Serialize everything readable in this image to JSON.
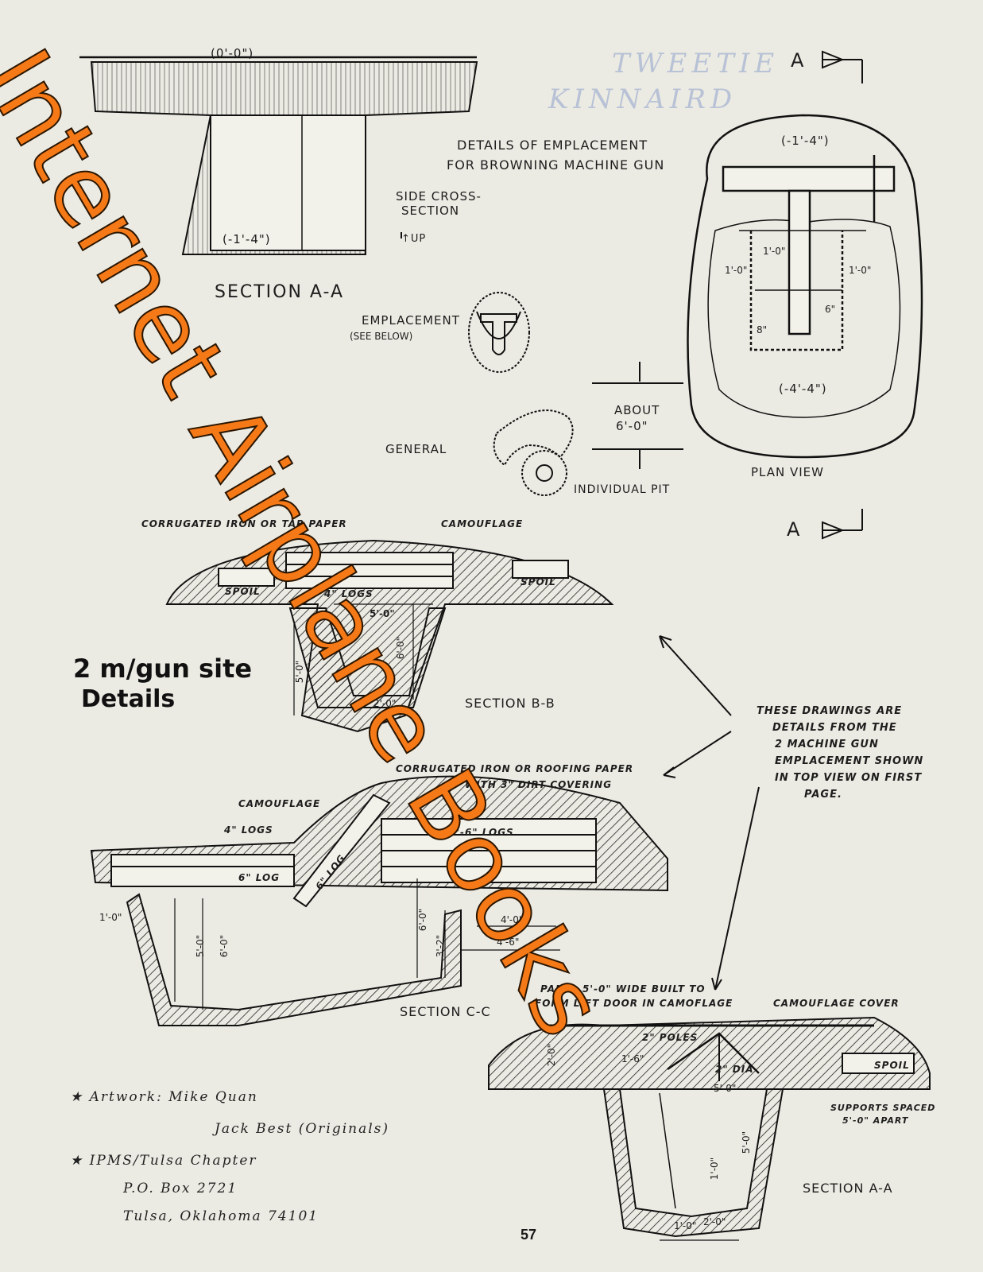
{
  "top_section": {
    "elev_top": "(0'-0\")",
    "elev_mid": "(-1'-4\")",
    "section_label": "SECTION A-A",
    "title_line1": "DETAILS OF EMPLACEMENT",
    "title_line2": "FOR BROWNING MACHINE GUN",
    "side_cross_line1": "SIDE CROSS-",
    "side_cross_line2": "SECTION",
    "up_label": "UP",
    "emplacement_line1": "EMPLACEMENT",
    "emplacement_line2": "(SEE BELOW)",
    "general_label": "GENERAL",
    "about_line1": "ABOUT",
    "about_line2": "6'-0\"",
    "individual_pit": "INDIVIDUAL PIT",
    "plan_view": "PLAN VIEW",
    "plan_top_elev": "(-1'-4\")",
    "plan_bottom_elev": "(-4'-4\")",
    "plan_dims": [
      "1'-0\"",
      "1'-0\"",
      "1'-0\"",
      "6\"",
      "8\""
    ],
    "arrow_a": "A"
  },
  "section_b": {
    "corrugated_label": "CORRUGATED IRON OR TAR PAPER",
    "camouflage_label": "CAMOUFLAGE",
    "spoil_left": "SPOIL",
    "spoil_right": "SPOIL",
    "logs_label": "4\" LOGS",
    "width_label": "5'-0\"",
    "depth_outer": "5'-0\"",
    "depth_inner": "6'-0\"",
    "bottom_width": "2'-0\"",
    "section_label": "SECTION B-B"
  },
  "site_title_line1": "2 m/gun site",
  "site_title_line2": "Details",
  "note_lines": [
    "THESE DRAWINGS ARE",
    "DETAILS FROM THE",
    "2 MACHINE GUN",
    "EMPLACEMENT SHOWN",
    "IN TOP VIEW ON FIRST",
    "PAGE."
  ],
  "section_c": {
    "corrugated_line1": "CORRUGATED IRON OR ROOFING PAPER",
    "corrugated_line2": "WITH 3\" DIRT COVERING",
    "camouflage_label": "CAMOUFLAGE",
    "logs_4": "4\" LOGS",
    "logs_26": "2'-6\" LOGS",
    "log_6a": "6\" LOG",
    "log_6b": "6\" LOG",
    "dim_10": "1'-0\"",
    "dim_50": "5'-0\"",
    "dim_60": "6'-0\"",
    "dim_60b": "6'-0\"",
    "dim_32": "3'-2\"",
    "dim_40": "4'-0\"",
    "dim_46": "4'-6\"",
    "section_label": "SECTION C-C"
  },
  "section_a2": {
    "panel_line1": "PANEL 5'-0\" WIDE BUILT TO",
    "panel_line2": "FORM LIFT DOOR IN CAMOFLAGE",
    "camouflage_cover": "CAMOUFLAGE COVER",
    "poles": "2\" POLES",
    "dim_16": "1'-6\"",
    "dim_20": "2'-0\"",
    "dia": "2\" DIA",
    "spoil": "SPOIL",
    "dim_50": "5'-0\"",
    "dim_50v": "5'-0\"",
    "supports_line1": "SUPPORTS SPACED",
    "supports_line2": "5'-0\" APART",
    "dim_10": "1'-0\"",
    "dim_20b": "2'-0\"",
    "dim_10b": "1'-0\"",
    "section_label": "SECTION A-A"
  },
  "credits": {
    "line1": "★ Artwork: Mike Quan",
    "line2": "Jack Best (Originals)",
    "line3": "★ IPMS/Tulsa Chapter",
    "line4": "P.O. Box 2721",
    "line5": "Tulsa, Oklahoma 74101"
  },
  "page_number": "57",
  "watermark": "Internet Airplane Books",
  "colors": {
    "paper": "#ecebe3",
    "ink": "#1a1a1a",
    "watermark": "#f57a17",
    "ghost_blue": "#b8c2d6"
  }
}
